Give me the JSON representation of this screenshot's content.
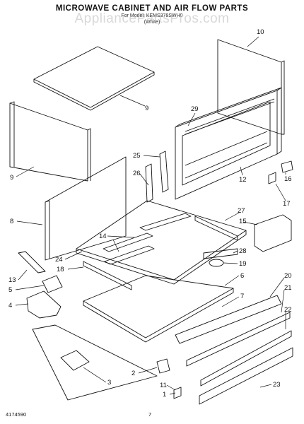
{
  "header": {
    "title": "MICROWAVE CABINET AND AIR FLOW PARTS",
    "subtitle_line1": "For Model: KEMS378SWH0",
    "subtitle_line2": "(White)",
    "watermark": "AppliancePartsPros.com"
  },
  "callouts": [
    "9",
    "10",
    "29",
    "9",
    "8",
    "25",
    "26",
    "12",
    "16",
    "17",
    "27",
    "15",
    "14",
    "24",
    "28",
    "19",
    "13",
    "18",
    "6",
    "5",
    "20",
    "21",
    "7",
    "4",
    "22",
    "3",
    "2",
    "11",
    "23",
    "1"
  ],
  "footer": {
    "doc_number": "4174590",
    "page_number": "7"
  }
}
